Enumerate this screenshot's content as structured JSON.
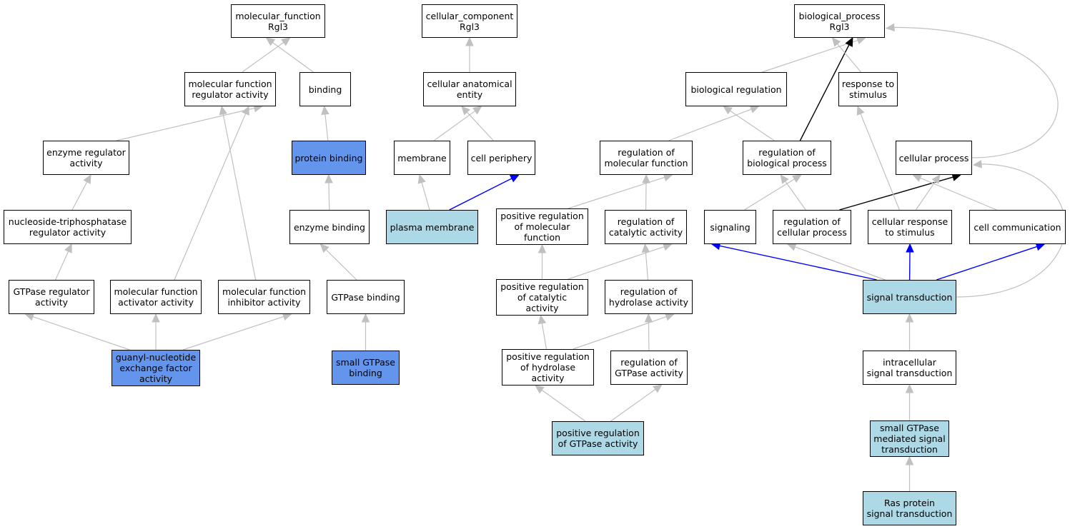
{
  "colors": {
    "gray_edge": "#c0c0c0",
    "blue_edge": "#0000ff",
    "black_edge": "#000000",
    "fill_white": "#ffffff",
    "fill_lightblue": "#add8e6",
    "fill_cornflower": "#6495ed"
  },
  "nodes": [
    {
      "id": "mf_root",
      "label": "molecular_function\nRgl3",
      "fill": "white"
    },
    {
      "id": "cc_root",
      "label": "cellular_component\nRgl3",
      "fill": "white"
    },
    {
      "id": "bp_root",
      "label": "biological_process\nRgl3",
      "fill": "white"
    },
    {
      "id": "mf_reg_act",
      "label": "molecular function\nregulator activity",
      "fill": "white"
    },
    {
      "id": "binding",
      "label": "binding",
      "fill": "white"
    },
    {
      "id": "cell_anat",
      "label": "cellular anatomical\nentity",
      "fill": "white"
    },
    {
      "id": "bio_reg",
      "label": "biological regulation",
      "fill": "white"
    },
    {
      "id": "resp_stim",
      "label": "response to\nstimulus",
      "fill": "white"
    },
    {
      "id": "enz_reg_act",
      "label": "enzyme regulator\nactivity",
      "fill": "white"
    },
    {
      "id": "protein_binding",
      "label": "protein binding",
      "fill": "cornflower"
    },
    {
      "id": "membrane",
      "label": "membrane",
      "fill": "white"
    },
    {
      "id": "cell_periph",
      "label": "cell periphery",
      "fill": "white"
    },
    {
      "id": "reg_mol_func",
      "label": "regulation of\nmolecular function",
      "fill": "white"
    },
    {
      "id": "reg_bio_proc",
      "label": "regulation of\nbiological process",
      "fill": "white"
    },
    {
      "id": "cell_proc",
      "label": "cellular process",
      "fill": "white"
    },
    {
      "id": "ntp_reg_act",
      "label": "nucleoside-triphosphatase\nregulator activity",
      "fill": "white"
    },
    {
      "id": "enz_binding",
      "label": "enzyme binding",
      "fill": "white"
    },
    {
      "id": "plasma_mem",
      "label": "plasma membrane",
      "fill": "lightblue"
    },
    {
      "id": "pos_reg_mol_func",
      "label": "positive regulation\nof molecular\nfunction",
      "fill": "white"
    },
    {
      "id": "reg_cat_act",
      "label": "regulation of\ncatalytic activity",
      "fill": "white"
    },
    {
      "id": "signaling",
      "label": "signaling",
      "fill": "white"
    },
    {
      "id": "reg_cell_proc",
      "label": "regulation of\ncellular process",
      "fill": "white"
    },
    {
      "id": "cell_resp_stim",
      "label": "cellular response\nto stimulus",
      "fill": "white"
    },
    {
      "id": "cell_comm",
      "label": "cell communication",
      "fill": "white"
    },
    {
      "id": "gtpase_reg_act",
      "label": "GTPase regulator\nactivity",
      "fill": "white"
    },
    {
      "id": "mf_activator",
      "label": "molecular function\nactivator activity",
      "fill": "white"
    },
    {
      "id": "mf_inhibitor",
      "label": "molecular function\ninhibitor activity",
      "fill": "white"
    },
    {
      "id": "gtpase_binding",
      "label": "GTPase binding",
      "fill": "white"
    },
    {
      "id": "pos_reg_cat_act",
      "label": "positive regulation\nof catalytic\nactivity",
      "fill": "white"
    },
    {
      "id": "reg_hydrolase",
      "label": "regulation of\nhydrolase activity",
      "fill": "white"
    },
    {
      "id": "signal_trans",
      "label": "signal transduction",
      "fill": "lightblue"
    },
    {
      "id": "gef_act",
      "label": "guanyl-nucleotide\nexchange factor\nactivity",
      "fill": "cornflower"
    },
    {
      "id": "small_gtpase_binding",
      "label": "small GTPase\nbinding",
      "fill": "cornflower"
    },
    {
      "id": "pos_reg_hydrolase",
      "label": "positive regulation\nof hydrolase\nactivity",
      "fill": "white"
    },
    {
      "id": "reg_gtpase_act",
      "label": "regulation of\nGTPase activity",
      "fill": "white"
    },
    {
      "id": "intra_sig_trans",
      "label": "intracellular\nsignal transduction",
      "fill": "white"
    },
    {
      "id": "pos_reg_gtpase",
      "label": "positive regulation\nof GTPase activity",
      "fill": "lightblue"
    },
    {
      "id": "small_gtpase_sig",
      "label": "small GTPase\nmediated signal\ntransduction",
      "fill": "lightblue"
    },
    {
      "id": "ras_sig",
      "label": "Ras protein\nsignal transduction",
      "fill": "lightblue"
    }
  ],
  "edges": [
    {
      "from": "mf_reg_act",
      "to": "mf_root",
      "color": "gray"
    },
    {
      "from": "binding",
      "to": "mf_root",
      "color": "gray"
    },
    {
      "from": "enz_reg_act",
      "to": "mf_reg_act",
      "color": "gray"
    },
    {
      "from": "mf_activator",
      "to": "mf_reg_act",
      "color": "gray"
    },
    {
      "from": "mf_inhibitor",
      "to": "mf_reg_act",
      "color": "gray"
    },
    {
      "from": "ntp_reg_act",
      "to": "enz_reg_act",
      "color": "gray"
    },
    {
      "from": "gtpase_reg_act",
      "to": "ntp_reg_act",
      "color": "gray"
    },
    {
      "from": "gef_act",
      "to": "gtpase_reg_act",
      "color": "gray"
    },
    {
      "from": "gef_act",
      "to": "mf_activator",
      "color": "gray"
    },
    {
      "from": "gef_act",
      "to": "mf_inhibitor",
      "color": "gray"
    },
    {
      "from": "protein_binding",
      "to": "binding",
      "color": "gray"
    },
    {
      "from": "enz_binding",
      "to": "protein_binding",
      "color": "gray"
    },
    {
      "from": "gtpase_binding",
      "to": "enz_binding",
      "color": "gray"
    },
    {
      "from": "small_gtpase_binding",
      "to": "gtpase_binding",
      "color": "gray"
    },
    {
      "from": "cell_anat",
      "to": "cc_root",
      "color": "gray"
    },
    {
      "from": "membrane",
      "to": "cell_anat",
      "color": "gray"
    },
    {
      "from": "cell_periph",
      "to": "cell_anat",
      "color": "gray"
    },
    {
      "from": "plasma_mem",
      "to": "membrane",
      "color": "gray"
    },
    {
      "from": "plasma_mem",
      "to": "cell_periph",
      "color": "blue"
    },
    {
      "from": "bio_reg",
      "to": "bp_root",
      "color": "gray"
    },
    {
      "from": "reg_bio_proc",
      "to": "bp_root",
      "color": "black"
    },
    {
      "from": "resp_stim",
      "to": "bp_root",
      "color": "gray"
    },
    {
      "from": "cell_proc",
      "to": "bp_root",
      "color": "gray",
      "curve": true
    },
    {
      "from": "reg_mol_func",
      "to": "bio_reg",
      "color": "gray"
    },
    {
      "from": "reg_bio_proc",
      "to": "bio_reg",
      "color": "gray"
    },
    {
      "from": "pos_reg_mol_func",
      "to": "reg_mol_func",
      "color": "gray"
    },
    {
      "from": "reg_cat_act",
      "to": "reg_mol_func",
      "color": "gray"
    },
    {
      "from": "pos_reg_cat_act",
      "to": "pos_reg_mol_func",
      "color": "gray"
    },
    {
      "from": "pos_reg_cat_act",
      "to": "reg_cat_act",
      "color": "gray"
    },
    {
      "from": "reg_hydrolase",
      "to": "reg_cat_act",
      "color": "gray"
    },
    {
      "from": "pos_reg_hydrolase",
      "to": "pos_reg_cat_act",
      "color": "gray"
    },
    {
      "from": "pos_reg_hydrolase",
      "to": "reg_hydrolase",
      "color": "gray"
    },
    {
      "from": "reg_gtpase_act",
      "to": "reg_hydrolase",
      "color": "gray"
    },
    {
      "from": "pos_reg_gtpase",
      "to": "pos_reg_hydrolase",
      "color": "gray"
    },
    {
      "from": "pos_reg_gtpase",
      "to": "reg_gtpase_act",
      "color": "gray"
    },
    {
      "from": "signaling",
      "to": "reg_bio_proc",
      "color": "gray"
    },
    {
      "from": "reg_cell_proc",
      "to": "reg_bio_proc",
      "color": "gray"
    },
    {
      "from": "reg_cell_proc",
      "to": "cell_proc",
      "color": "black"
    },
    {
      "from": "cell_resp_stim",
      "to": "resp_stim",
      "color": "gray"
    },
    {
      "from": "cell_resp_stim",
      "to": "cell_proc",
      "color": "gray"
    },
    {
      "from": "cell_comm",
      "to": "cell_proc",
      "color": "gray"
    },
    {
      "from": "signal_trans",
      "to": "signaling",
      "color": "blue"
    },
    {
      "from": "signal_trans",
      "to": "reg_cell_proc",
      "color": "gray"
    },
    {
      "from": "signal_trans",
      "to": "cell_resp_stim",
      "color": "blue"
    },
    {
      "from": "signal_trans",
      "to": "cell_comm",
      "color": "blue"
    },
    {
      "from": "signal_trans",
      "to": "cell_proc",
      "color": "gray",
      "curve": true
    },
    {
      "from": "intra_sig_trans",
      "to": "signal_trans",
      "color": "gray"
    },
    {
      "from": "small_gtpase_sig",
      "to": "intra_sig_trans",
      "color": "gray"
    },
    {
      "from": "ras_sig",
      "to": "small_gtpase_sig",
      "color": "gray"
    }
  ]
}
